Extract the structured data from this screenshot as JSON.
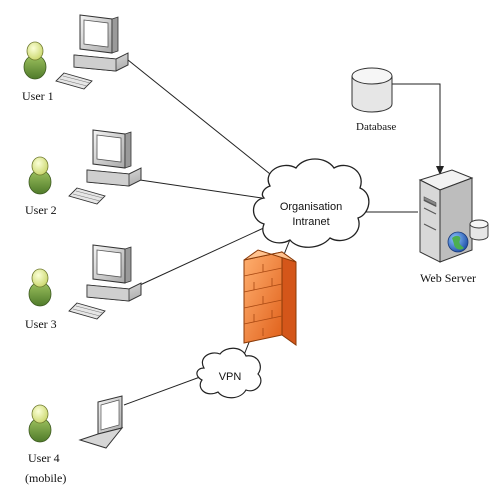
{
  "nodes": {
    "user1": {
      "label": "User 1"
    },
    "user2": {
      "label": "User 2"
    },
    "user3": {
      "label": "User 3"
    },
    "user4": {
      "label_line1": "User 4",
      "label_line2": "(mobile)"
    },
    "intranet": {
      "label_line1": "Organisation",
      "label_line2": "Intranet"
    },
    "vpn": {
      "label": "VPN"
    },
    "database": {
      "label": "Database"
    },
    "web_server": {
      "label": "Web Server"
    }
  },
  "colors": {
    "user_head": "#e3ed9c",
    "user_body": "#7fa44a",
    "computer_body": "#d9d9d9",
    "firewall_brick": "#f07a2e",
    "globe": "#2f5fbf",
    "line": "#222222"
  }
}
